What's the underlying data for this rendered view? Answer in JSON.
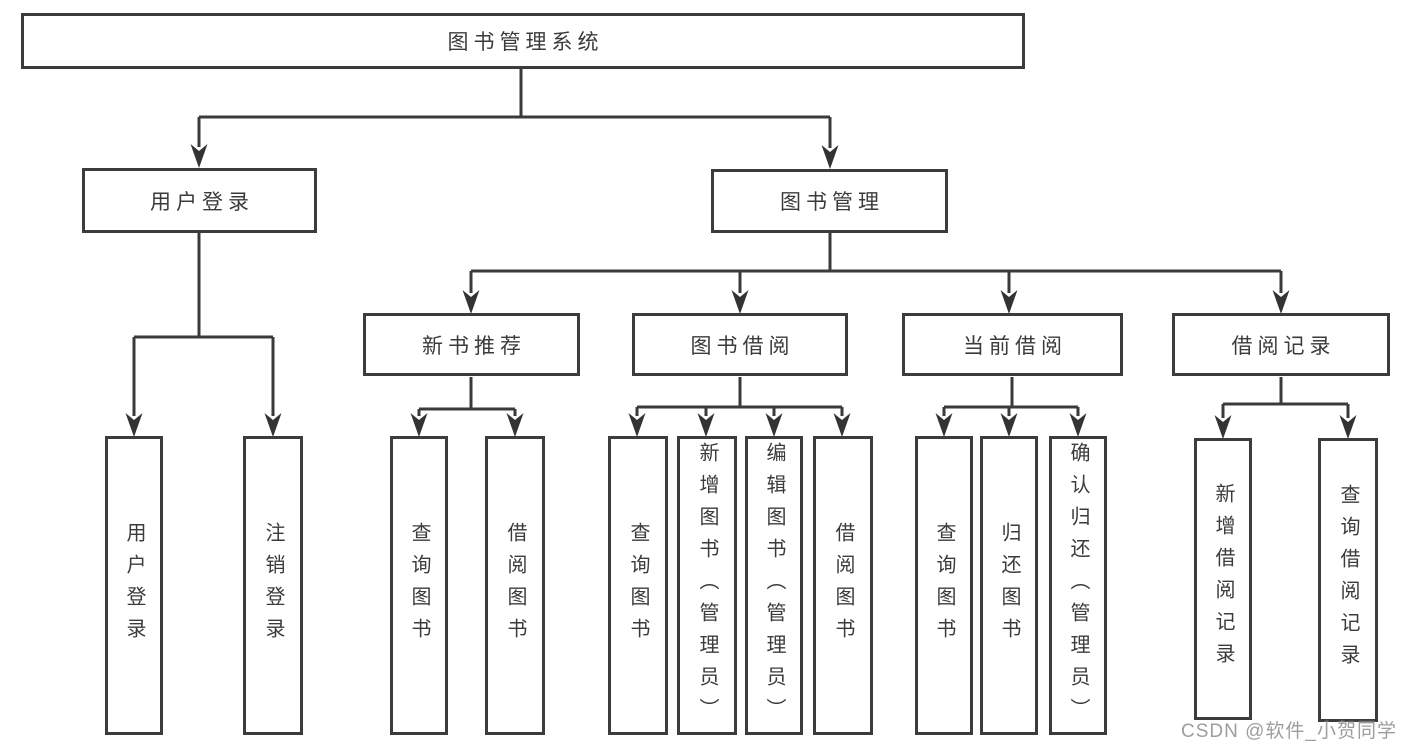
{
  "tree": {
    "label": "图书管理系统",
    "children": [
      {
        "label": "用户登录",
        "children": [
          {
            "label": "用户登录"
          },
          {
            "label": "注销登录"
          }
        ]
      },
      {
        "label": "图书管理",
        "children": [
          {
            "label": "新书推荐",
            "children": [
              {
                "label": "查询图书"
              },
              {
                "label": "借阅图书"
              }
            ]
          },
          {
            "label": "图书借阅",
            "children": [
              {
                "label": "查询图书"
              },
              {
                "label": "新增图书（管理员）"
              },
              {
                "label": "编辑图书（管理员）"
              },
              {
                "label": "借阅图书"
              }
            ]
          },
          {
            "label": "当前借阅",
            "children": [
              {
                "label": "查询图书"
              },
              {
                "label": "归还图书"
              },
              {
                "label": "确认归还（管理员）"
              }
            ]
          },
          {
            "label": "借阅记录",
            "children": [
              {
                "label": "新增借阅记录"
              },
              {
                "label": "查询借阅记录"
              }
            ]
          }
        ]
      }
    ]
  },
  "watermark": {
    "text": "CSDN @软件_小贺同学"
  },
  "colors": {
    "line": "#3a3a3a",
    "border": "#3c3c3c",
    "text": "#3b3b3b",
    "background": "#ffffff",
    "watermark": "#9d9da2"
  }
}
